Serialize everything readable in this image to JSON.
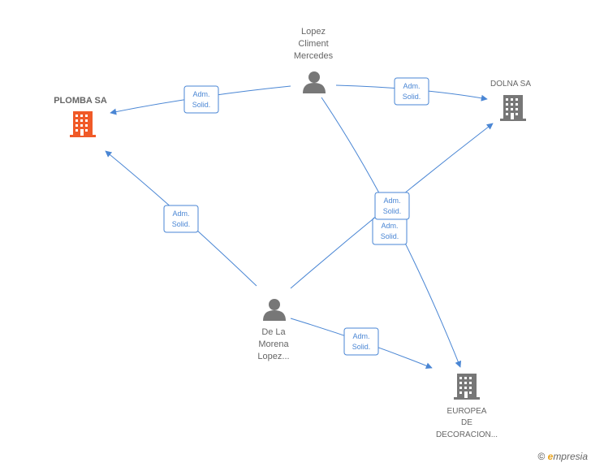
{
  "nodes": {
    "plomba": {
      "label": "PLOMBA SA",
      "type": "company",
      "color": "#f05a28",
      "icon": "building-icon"
    },
    "dolna": {
      "label": "DOLNA SA",
      "type": "company",
      "color": "#777777",
      "icon": "building-icon"
    },
    "europea": {
      "lines": [
        "EUROPEA",
        "DE",
        "DECORACION..."
      ],
      "type": "company",
      "color": "#777777",
      "icon": "building-icon"
    },
    "lopez": {
      "lines": [
        "Lopez",
        "Climent",
        "Mercedes"
      ],
      "type": "person",
      "color": "#777777",
      "icon": "person-icon"
    },
    "delamorena": {
      "lines": [
        "De La",
        "Morena",
        "Lopez..."
      ],
      "type": "person",
      "color": "#777777",
      "icon": "person-icon"
    }
  },
  "edges": [
    {
      "from": "lopez",
      "to": "plomba",
      "label": [
        "Adm.",
        "Solid."
      ]
    },
    {
      "from": "lopez",
      "to": "dolna",
      "label": [
        "Adm.",
        "Solid."
      ]
    },
    {
      "from": "lopez",
      "to": "europea",
      "label": [
        "Adm.",
        "Solid."
      ]
    },
    {
      "from": "delamorena",
      "to": "plomba",
      "label": [
        "Adm.",
        "Solid."
      ]
    },
    {
      "from": "delamorena",
      "to": "dolna",
      "label": [
        "Adm.",
        "Solid."
      ]
    },
    {
      "from": "delamorena",
      "to": "europea",
      "label": [
        "Adm.",
        "Solid."
      ]
    }
  ],
  "colors": {
    "edge": "#4a86d4",
    "accent_company": "#f05a28",
    "node": "#777777"
  },
  "footer": {
    "copyright": "©",
    "brand_initial": "e",
    "brand_rest": "mpresia"
  }
}
